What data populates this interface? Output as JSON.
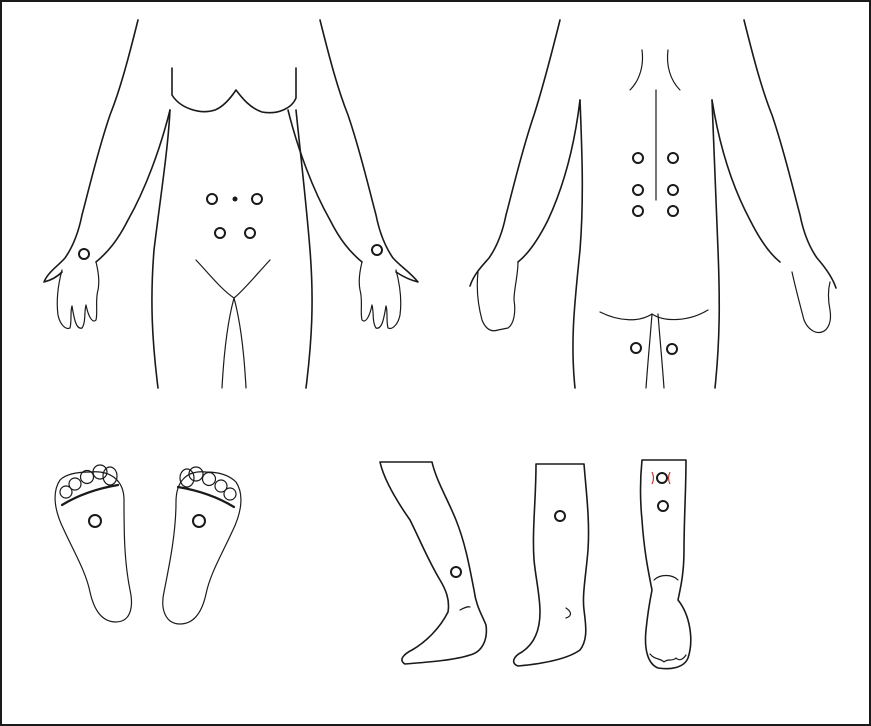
{
  "figure": {
    "border_color": "#1a1a1a",
    "line_color": "#1a1a1a",
    "accent_color": "#c0392b"
  },
  "views": [
    {
      "name": "body-front",
      "points": 7,
      "center_marks": 1
    },
    {
      "name": "body-back",
      "points": 8
    },
    {
      "name": "feet-soles",
      "points": 2
    },
    {
      "name": "leg-side-left",
      "points": 1
    },
    {
      "name": "leg-side-right",
      "points": 1
    },
    {
      "name": "leg-front",
      "points": 2
    }
  ]
}
